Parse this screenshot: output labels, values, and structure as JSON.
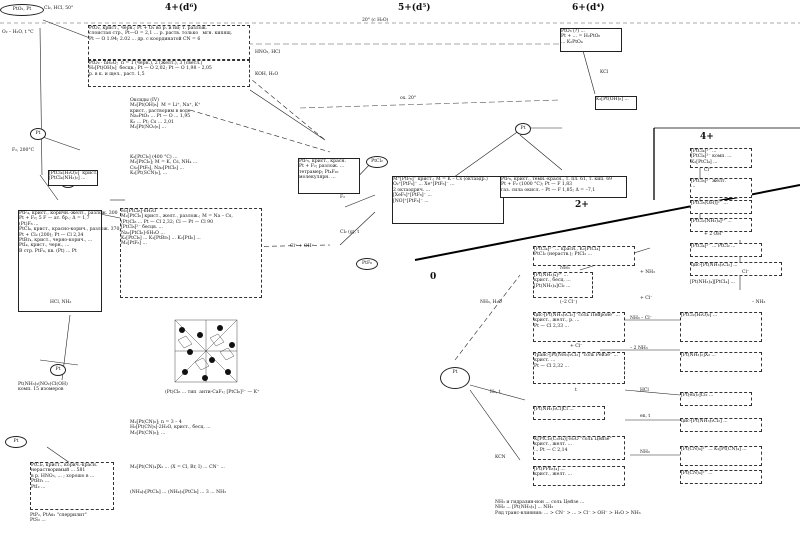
{
  "headers": {
    "ox4": "4+(d⁶)",
    "ox5": "5+(d⁵)",
    "ox6": "6+(d⁴)",
    "ox4_right": "4+",
    "ox2_right": "2+",
    "ox0": "0"
  },
  "nodes": {
    "pt_cl": "PtO₂, Pt",
    "pt_top_left": "Pt",
    "pt_mid_left": "Pt",
    "pt_lower_left": "Pt",
    "pt_bottom_left": "Pt",
    "ptcl2_oval": "PtCl₂",
    "ptf6_oval": "PtF₆",
    "pt_center": "Pt",
    "pt_metal_right": "Pt"
  },
  "boxes": {
    "pto2": "PtO₂, крист., черн.; Pt + O₂ во р. и ни; т. разлож.\nслоистая стр., Pt—O = 2,1 ... р. раств. только   мгн. кипящ.\nPt — O 1.94; 2.02 ... др. с координатой CN = 6",
    "ptohydrate": "PtO₂ · nH₂O;  n = 1 (черн.), 2 (желт.), 3 (светл.)\nH₂[Pt(OH)₆]  бесцв.; Pt — O 2,02; Pt — O 1,98 – 2,05\nр. в к. и щел., раст. 1,5",
    "ptcl4_left": "[PtCl₄(H₂O)₂]  крист.\n[PtCl₄(NH₃)₂] ...",
    "ptf4": "PtF₄, крист., коричн.-желт., разлож. 300\nPt + F₂; 5 F — ат. бр.; Δ = 1,7\n(Pt)F₆ ...\nPtCl₄, крист., красно-корич., разлож. 370;\nPt + Cl₂ (200); Pt — Cl 2,34\nPtBr₄, крист., черно-корич., ...\nPtI₄, крист., черн., ...\nB стр. PtF₄, кв. (Pt) ... Pt",
    "compounds_center": "Оксиды (IV)\nM₂[Pt(OH)₆]  M = Li⁺, Na⁺, K⁺\nкрист., растворим в воде\nNa₂PtO₃ ... Pt — O ... 1,95\nK₂ ... Pt; Cs ... 2,01\nM₂[Pt(NO₂)₆] ...",
    "hexachloro": "K₂[PtCl₆] (400 °C) ...\nM₂[PtCl₆]; M = K, Cs, NH₄ ...\nCs₂[PtF₆], Na₂[PtCl₆] ...\nK₂[Pt(SCN)₆], ...",
    "h2ptcl6": "H₂[PtCl₆]·6H₂O\nM₂[PtCl₆] крист., желт., разлож.; M = Na – Cs,\n(Pt)Cl₆ ... Pt — Cl 2,32; Cl — Pt — Cl 90\n[PtCl₆]²⁻ бесцв. ...\nNa₂[PtCl₆]·6H₂O ...\nK₂[PtCl₆] ... K₂[PtBr₆] ... K₂[PtI₆] ...\nM₂[PtF₆] ...",
    "ptf5": "PtF₅, крист., красн.\nPt + F₂; разлож. ...\nтетрамер; Pt₄F₂₀\nмолекулярн. ...",
    "mptf6": "M⁺[PtF₆]⁻ крист.; M = K – Cs (октаэдр.)\nO₂⁺[PtF₆]⁻ ... Xe⁺[PtF₆]⁻ ...\n2 октаэдрич. ...\n[XeF₅]⁺[PtF₆]⁻ ...\n[NO]⁺[PtF₆]⁻ ...",
    "ptf6": "PtF₆, крист., темн.-красн., т. пл. 61, т. кип. 69\nPt + F₂ (1000 °C); Pt — F 1,83\nгаз. сила окисл. – Pt — F 1,85; Δ = –7,1",
    "ptf6_right": "PtO₃ (?) ...\nPt + ... = H₂PtO₆\n... K₂PtO₄",
    "k2ptf6": "K₂[Pt(OH)₆] ...",
    "cryst_note": "(Pt)Cl₆ ... тип  анти-CaF₂; [PtCl₆]²⁻ — K⁺",
    "pt_cn": "M₂[Pt(CN)₆]; n = 3 – 4\nH₂[Pt(CN)₆]·2H₂O, крист., бесц. ...\nM₂[Pt(CN)₆]; ...",
    "pt_cn2": "M₂[Pt(CN)₄]X₂ ... (X = Cl, Br, I) ... CN⁻ ...",
    "ammine": "(NH₄)₂[PtCl₆] ... (NH₄)₂[PtCl₆] ... 3 ... NH₃",
    "ptcl4_aq": "[PtCl₄]²⁻ ...\n[PtCl₄]²⁻ комп. ...\nK₂[PtCl₄] ...",
    "ptcl6_dash": "[PtCl₆]²⁻ жёлт.\n... ",
    "ptclx": "[PtCl₅(OH)]²⁻ ...",
    "ptcl_am": "[PtCl₂(NH₃)₄]²⁺ ...",
    "ptcl2": "[PtCl₄]²⁻ ... красн., K₂[PtCl₄]\nPtCl₂ (нераств.); PtCl₂ ...",
    "pt_nh3_4": "[Pt(NH₃)₄]²⁺ ...\nкрист., бесц. ...\n[Pt(NH₃)₄]Cl₂ ...",
    "pt_nh3_cl": "цис-[Pt(NH₃)₂Cl₂] ...",
    "magnus": "[Pt(NH₃)₄][PtCl₄] ...",
    "cis": "цис-[Pt(NH₃)₂Cl₂] \"соль Пейроне\" ...\nкрист., желт., р. ...\nPt — Cl 2,33 ...",
    "trans": "транс-[Pt(NH₃)₂Cl₂] \"соль Рейзе\" ...\nкрист. ...\nPt — Cl 2,32 ...",
    "pt_nh3_2": "[Pt(NH₃)₂]X₂ ...",
    "ptcl_nh3_3": "[Pt(NH₃)₃Cl]Cl ...",
    "pten": "[Pt(en)₂]Cl₂ ...",
    "cis_trans_note": "цис-[Pt(NH₃)₂Cl₂] ...",
    "pt_zeise": "K[PtCl₃(C₂H₄)]·H₂O \"соль Цейзе\"\nкрист., желт. ...\n... Pt — C 2,14",
    "pt_pph3": "[Pt(PPh₃)₄] ...\nкрист., желт. ...",
    "pt_cn4": "[Pt(CN)₄]²⁻ ... K₂[Pt(CN)₄] ...",
    "foot_note": "NH₃ и гидразин-ион ... соль Цейзе ...\nNH₂ ... [Pt(NH₃)₂] ... NH₃\nРяд транс-влияния: ... > CN⁻ > ... > Cl⁻ > OH⁻ > H₂O > NH₃",
    "bottom_left": "Pt(NH₃)₂(NO₂)Cl(OH)\nкомп. 15 изомеров",
    "ptcl2_box": "PtCl₂, крист., корич.-красн.\nнерастворимый ... 581\nв р. HNO₃, ... ; хорошо в ...\nPtBr₂ ...\nPtI₂ ...",
    "ptp": "PtP₂, PtAs₂ \"сперрилит\"\nPtS₂ ...",
    "sixcol": "PtCl₄ ...",
    "right_square": "[PtCl₄]²⁻ ... PtCl₂ ...",
    "right_square2": "[PtCl₂(H₂O)₂] ...",
    "right_bottom_cn": "[Pt(CN)₄]²⁻ ..."
  },
  "edge_labels": {
    "e1": "Cl₂, HCl, 50°",
    "e2": "O₂ – H₂O, t °C",
    "e3": "20° (с H₂O)",
    "e4": "HNO₃, HCl",
    "e5": "KOH, H₂O",
    "e6": "F₂, 200°C",
    "e7": "F₂",
    "e8": "Cl₂ (g), t",
    "e9": "HCl, NH₃",
    "e10": "Cl⁻ + OH⁻",
    "e11": "ox. 20°",
    "e12": "KCl",
    "e13": "NH₃",
    "e14": "(–2 Cl⁻)",
    "e15": "+ NH₃",
    "e16": "+ Cl⁻",
    "e17": "NH₃ – Cl⁻",
    "e18": "– 2 NH₃",
    "e19": "+ Cl⁻",
    "e20": "t",
    "e21": "HCl",
    "e22": "en, t",
    "e23": "NH₃",
    "e24": "KCN",
    "e25": "H₂, t",
    "e26": "NH₃, H₂O",
    "e27": "Cl⁻",
    "e28": "– NH₃",
    "e29": "+ 2 OH⁻",
    "e30": "Cl⁻"
  },
  "colors": {
    "line": "#222222",
    "dash": "#333333",
    "bg": "#ffffff"
  }
}
